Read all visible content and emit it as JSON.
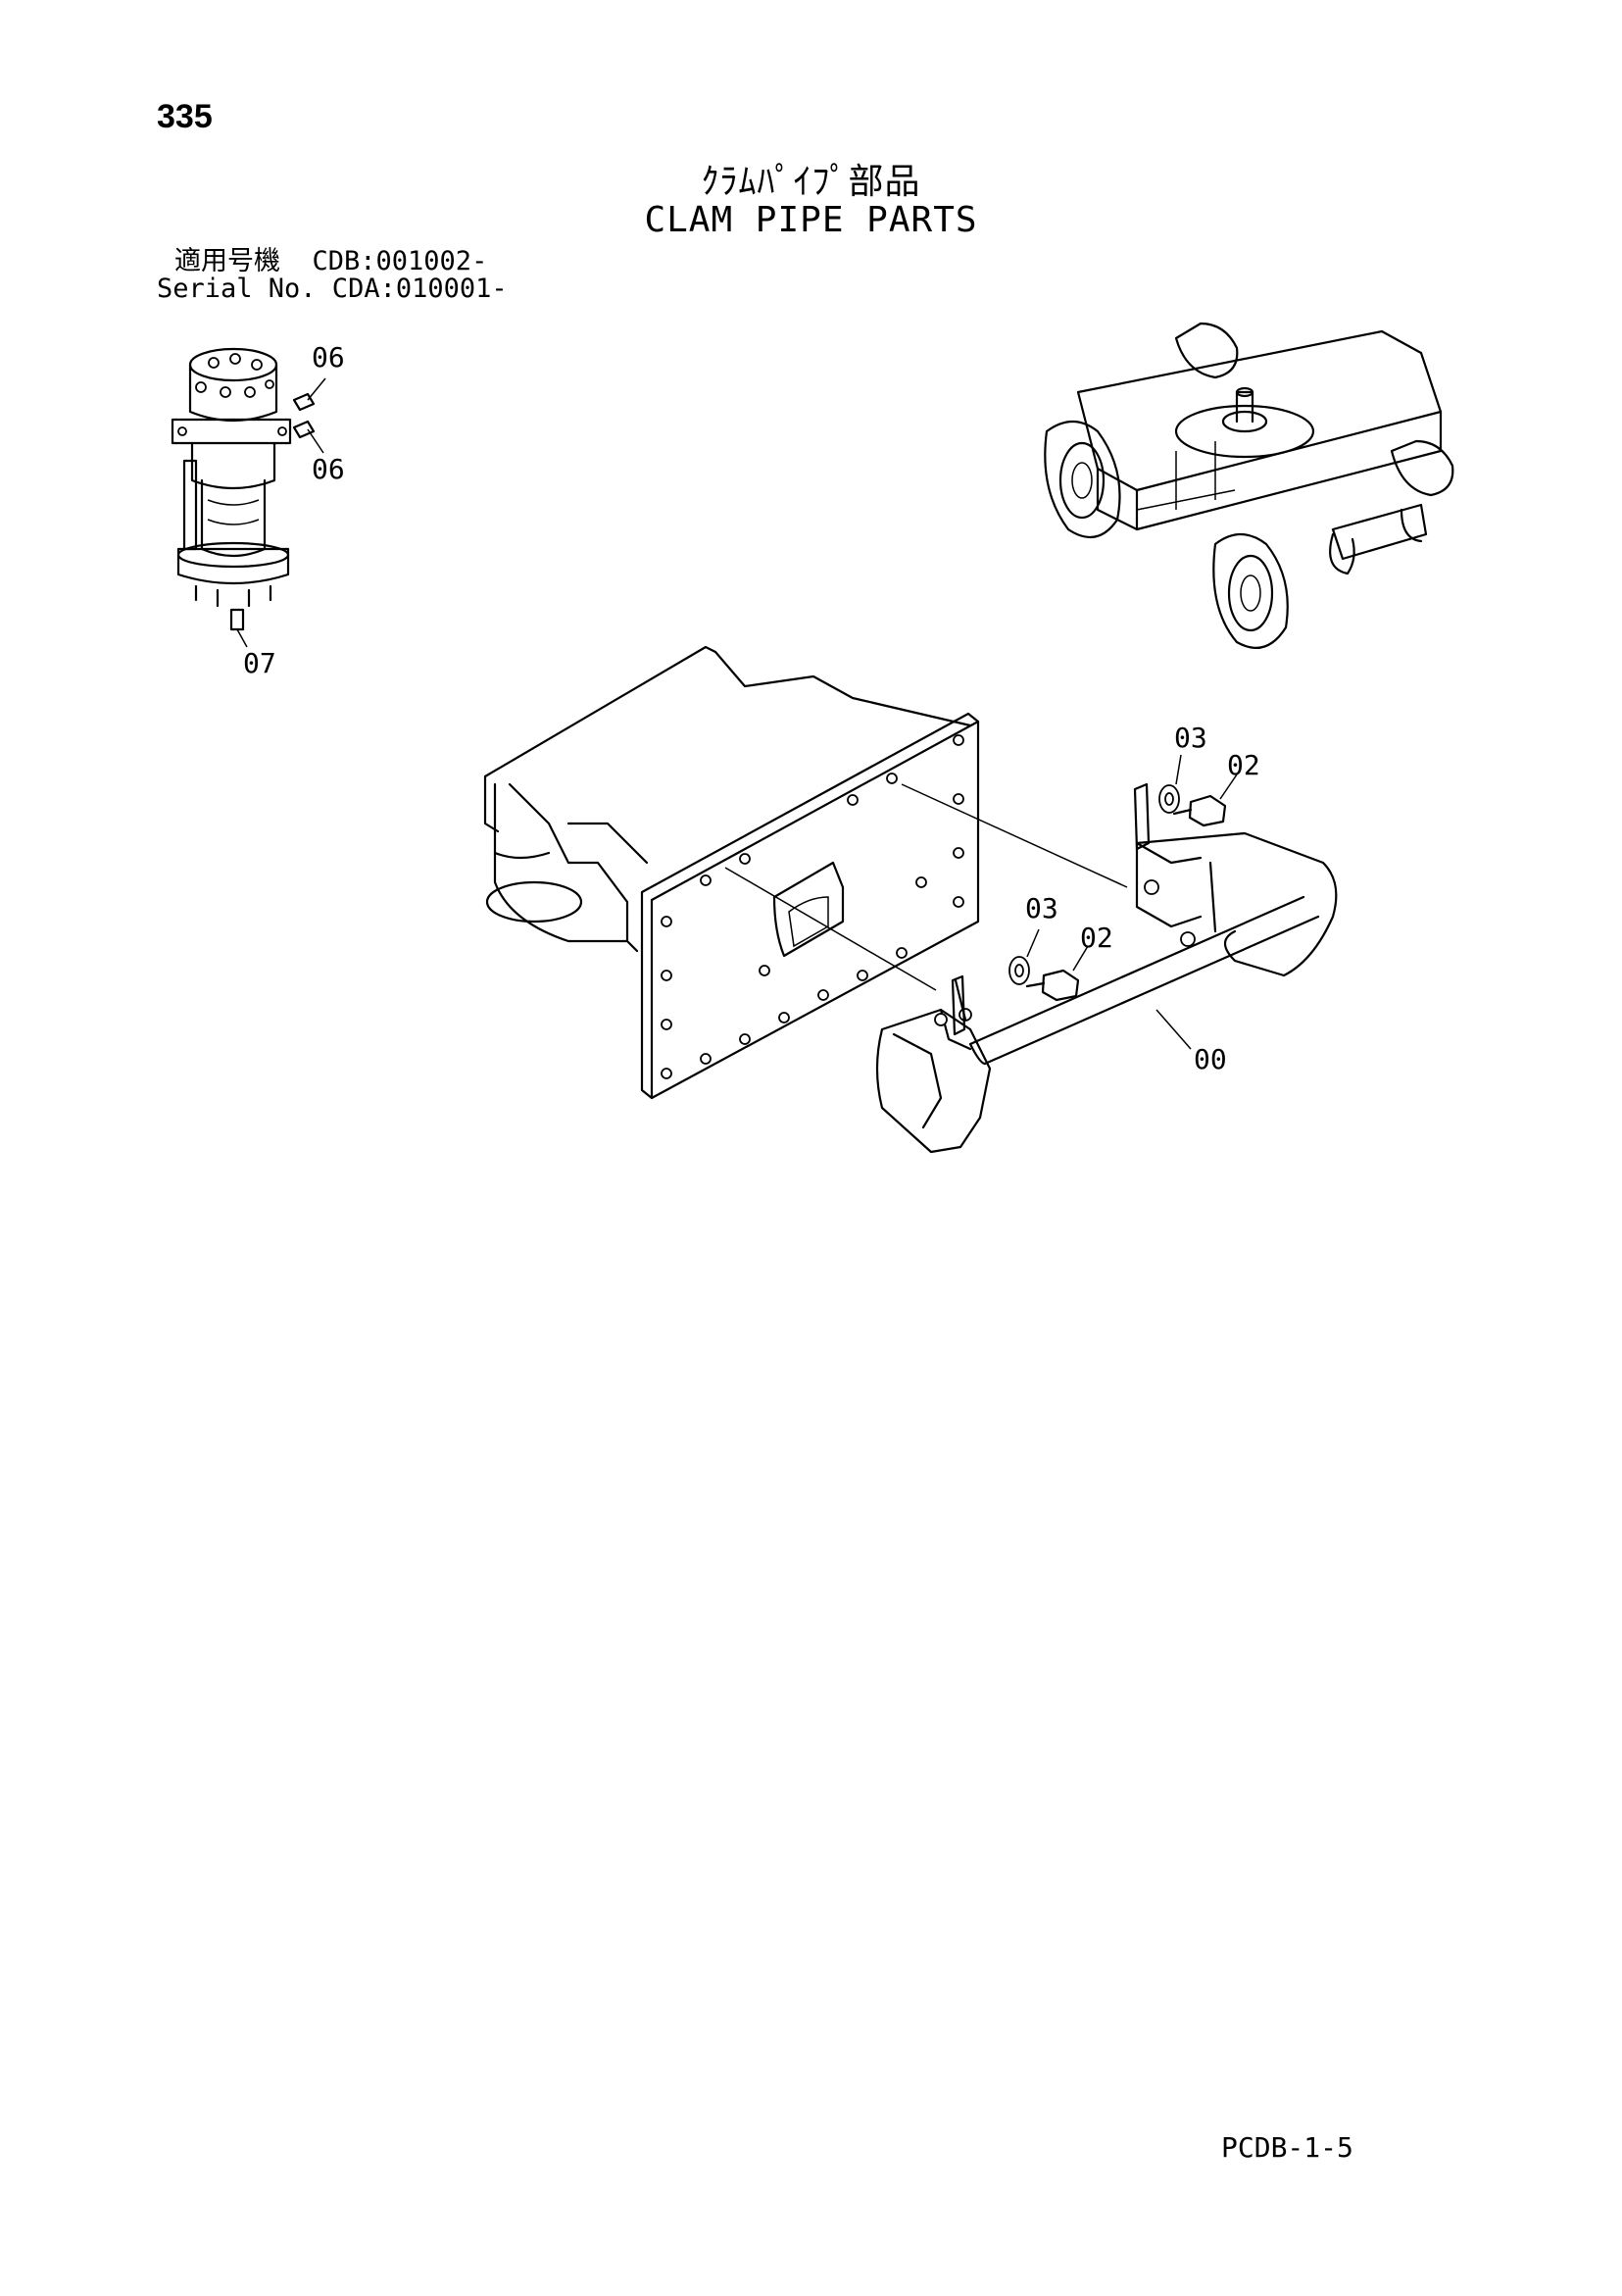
{
  "page": {
    "number": "335",
    "title_jp": "ｸﾗﾑﾊﾟｲﾌﾟ部品",
    "title_en": "CLAM PIPE PARTS",
    "serial_line_1": "適用号機  CDB:001002-",
    "serial_line_2": "Serial No. CDA:010001-",
    "footer_code": "PCDB-1-5"
  },
  "callouts": {
    "c06a": "06",
    "c06b": "06",
    "c07": "07",
    "c03a": "03",
    "c02a": "02",
    "c03b": "03",
    "c02b": "02",
    "c00": "00"
  }
}
